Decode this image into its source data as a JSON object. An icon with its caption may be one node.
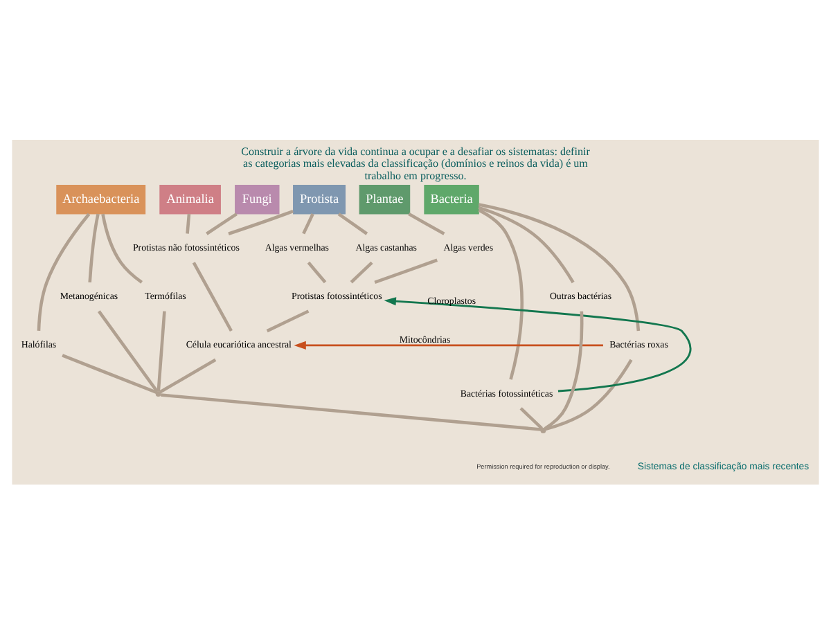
{
  "diagram": {
    "title": "Construir a árvore da vida continua a ocupar e a desafiar os sistematas: definir as categorias mais elevadas da classificação (domínios e reinos da vida) é um trabalho em progresso.",
    "nodes": [
      {
        "text": [
          "Archaebacteria"
        ]
      },
      {
        "text": [
          "Animalia"
        ]
      },
      {
        "text": [
          "Fungi"
        ]
      },
      {
        "text": [
          "Protista"
        ]
      },
      {
        "text": [
          "Plantae"
        ]
      },
      {
        "text": [
          "Bacteria"
        ]
      },
      {
        "text": [
          "Algas castanhas"
        ]
      },
      {
        "text": [
          "Algas vermelhas"
        ]
      },
      {
        "text": [
          "Algas verdes"
        ]
      },
      {
        "text": [
          "Protistas fotossintéticos"
        ]
      },
      {
        "text": [
          "Protistas não fotossintéticos"
        ]
      },
      {
        "text": [
          "Célula eucariótica ancestral"
        ]
      },
      {
        "text": [
          "Termófilas"
        ]
      },
      {
        "text": [
          "Halófilas"
        ]
      },
      {
        "text": [
          "Metanogénicas"
        ]
      },
      {
        "text": [
          "Bactérias roxas"
        ]
      },
      {
        "text": [
          "Bactérias fotossintéticas"
        ]
      },
      {
        "text": [
          "Outras bactérias"
        ]
      },
      {
        "text": [],
        "shape": "point"
      },
      {
        "text": [],
        "shape": "point"
      }
    ],
    "edges": [
      {
        "from": 1,
        "to": 10,
        "arrow": "none"
      },
      {
        "from": 2,
        "to": 10,
        "arrow": "none"
      },
      {
        "from": 3,
        "to": 10,
        "arrow": "none"
      },
      {
        "from": 3,
        "to": 6,
        "arrow": "none"
      },
      {
        "from": 3,
        "to": 7,
        "arrow": "none"
      },
      {
        "from": 4,
        "to": 8,
        "arrow": "none"
      },
      {
        "from": 6,
        "to": 9,
        "arrow": "none"
      },
      {
        "from": 7,
        "to": 9,
        "arrow": "none"
      },
      {
        "from": 8,
        "to": 9,
        "arrow": "none"
      },
      {
        "from": 10,
        "to": 11,
        "arrow": "none"
      },
      {
        "from": 9,
        "to": 11,
        "arrow": "none"
      },
      {
        "from": 0,
        "to": 12,
        "arrow": "none"
      },
      {
        "from": 0,
        "to": 13,
        "arrow": "none"
      },
      {
        "from": 0,
        "to": 14,
        "arrow": "none"
      },
      {
        "from": 5,
        "to": 15,
        "arrow": "none"
      },
      {
        "from": 5,
        "to": 16,
        "arrow": "none"
      },
      {
        "from": 5,
        "to": 17,
        "arrow": "none"
      },
      {
        "from": 12,
        "to": 18,
        "arrow": "none"
      },
      {
        "from": 13,
        "to": 18,
        "arrow": "none"
      },
      {
        "from": 14,
        "to": 18,
        "arrow": "none"
      },
      {
        "from": 11,
        "to": 18,
        "arrow": "none"
      },
      {
        "from": 18,
        "to": 19,
        "arrow": "none"
      },
      {
        "from": 15,
        "to": 19,
        "arrow": "none"
      },
      {
        "from": 16,
        "to": 19,
        "arrow": "none"
      },
      {
        "from": 17,
        "to": 19,
        "arrow": "none"
      },
      {
        "from": 15,
        "to": 11,
        "arrow": "to",
        "label": "Mitocôndrias",
        "color": "#c8501e"
      },
      {
        "from": 16,
        "to": 9,
        "arrow": "to",
        "label": "Cloroplastos",
        "color": "#13774f"
      }
    ],
    "labels": [
      "Permission required for reproduction or display.",
      "Sistemas de classificação mais recentes"
    ]
  }
}
